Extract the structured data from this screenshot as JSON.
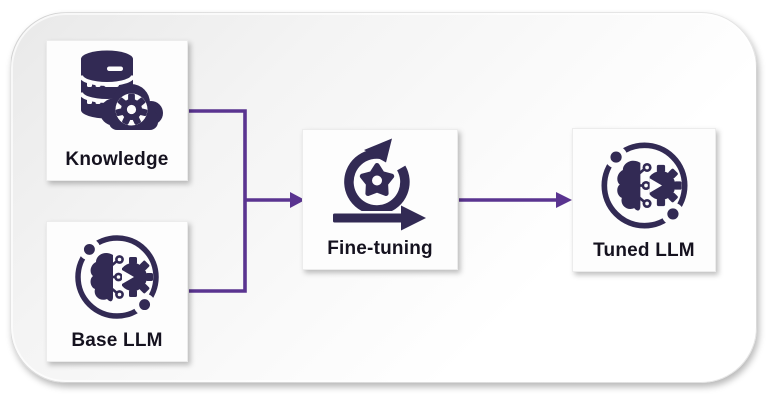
{
  "diagram": {
    "nodes": [
      {
        "id": "knowledge",
        "label": "Knowledge",
        "icon": "database-gear-icon"
      },
      {
        "id": "base-llm",
        "label": "Base LLM",
        "icon": "brain-circuit-gear-icon"
      },
      {
        "id": "fine-tuning",
        "label": "Fine-tuning",
        "icon": "iteration-loop-gear-icon"
      },
      {
        "id": "tuned-llm",
        "label": "Tuned LLM",
        "icon": "brain-circuit-gear-icon"
      }
    ],
    "edges": [
      {
        "from": "Knowledge",
        "to": "Fine-tuning"
      },
      {
        "from": "Base LLM",
        "to": "Fine-tuning"
      },
      {
        "from": "Fine-tuning",
        "to": "Tuned LLM"
      }
    ],
    "colors": {
      "icon": "#322a54",
      "arrow": "#5a3490",
      "label": "#15121f",
      "node_bg": "#fdfdfd",
      "canvas_start": "#e9e9e9",
      "canvas_end": "#ffffff",
      "page_bg": "#ffffff"
    }
  }
}
